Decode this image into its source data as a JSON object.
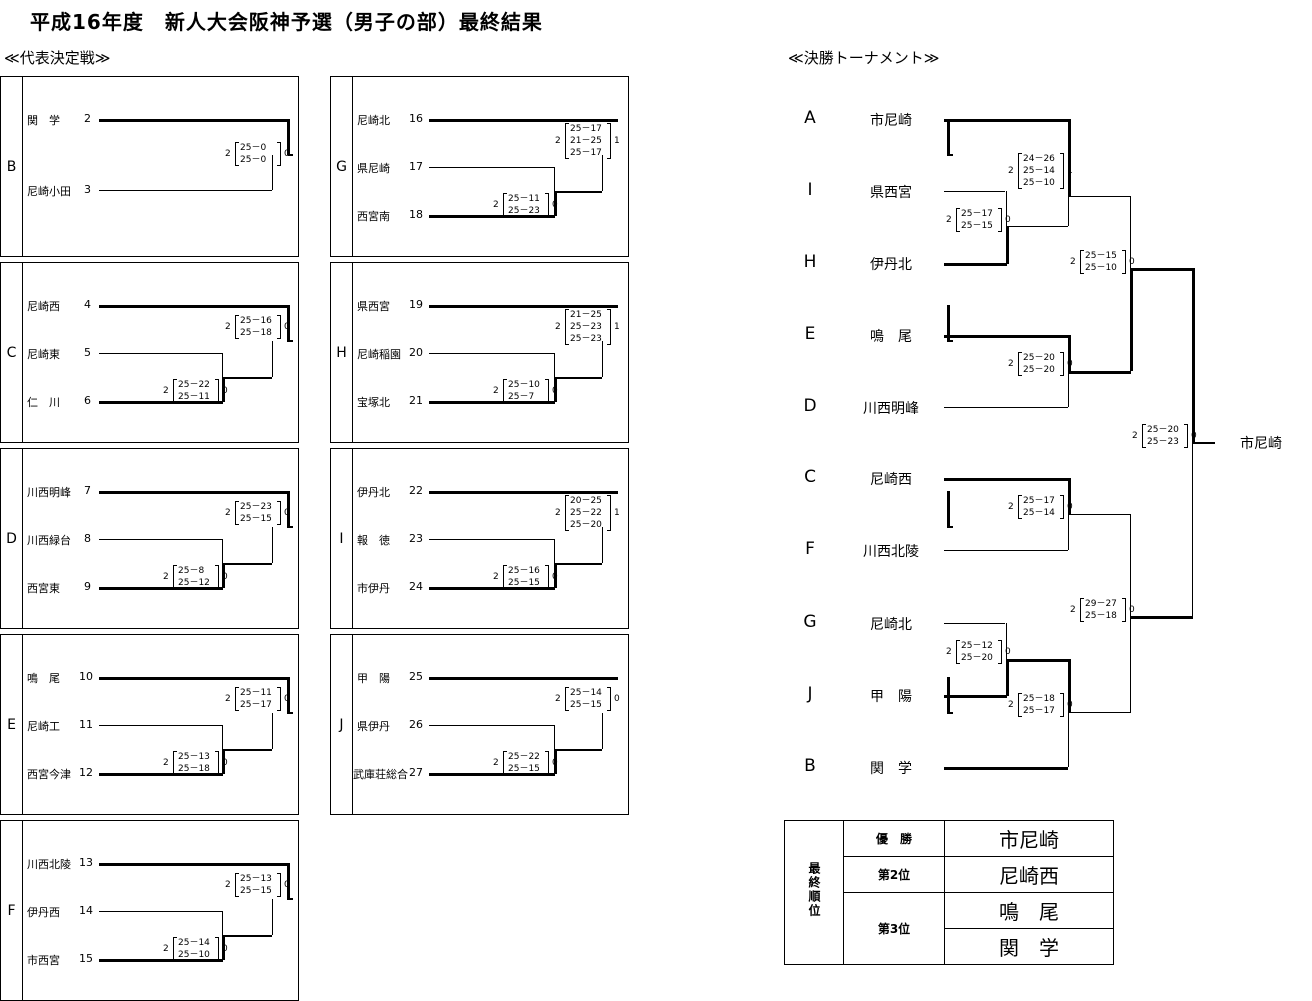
{
  "title": "平成16年度　新人大会阪神予選（男子の部）最終結果",
  "rep_title": "≪代表決定戦≫",
  "final_title": "≪決勝トーナメント≫",
  "groups": [
    {
      "label": "B",
      "teams": [
        {
          "name": "関　学",
          "seed": "2"
        },
        {
          "name": "尼崎小田",
          "seed": "3"
        }
      ],
      "matches": [
        {
          "a": "2",
          "b": "0",
          "sets": [
            "25－0",
            "25－0"
          ]
        }
      ]
    },
    {
      "label": "C",
      "teams": [
        {
          "name": "尼崎西",
          "seed": "4"
        },
        {
          "name": "尼崎東",
          "seed": "5"
        },
        {
          "name": "仁　川",
          "seed": "6"
        }
      ],
      "matches": [
        {
          "a": "2",
          "b": "0",
          "sets": [
            "25－22",
            "25－11"
          ]
        },
        {
          "a": "2",
          "b": "0",
          "sets": [
            "25－16",
            "25－18"
          ]
        }
      ]
    },
    {
      "label": "D",
      "teams": [
        {
          "name": "川西明峰",
          "seed": "7"
        },
        {
          "name": "川西緑台",
          "seed": "8"
        },
        {
          "name": "西宮東",
          "seed": "9"
        }
      ],
      "matches": [
        {
          "a": "2",
          "b": "0",
          "sets": [
            "25－8",
            "25－12"
          ]
        },
        {
          "a": "2",
          "b": "0",
          "sets": [
            "25－23",
            "25－15"
          ]
        }
      ]
    },
    {
      "label": "E",
      "teams": [
        {
          "name": "鳴　尾",
          "seed": "10"
        },
        {
          "name": "尼崎工",
          "seed": "11"
        },
        {
          "name": "西宮今津",
          "seed": "12"
        }
      ],
      "matches": [
        {
          "a": "2",
          "b": "0",
          "sets": [
            "25－13",
            "25－18"
          ]
        },
        {
          "a": "2",
          "b": "0",
          "sets": [
            "25－11",
            "25－17"
          ]
        }
      ]
    },
    {
      "label": "F",
      "teams": [
        {
          "name": "川西北陵",
          "seed": "13"
        },
        {
          "name": "伊丹西",
          "seed": "14"
        },
        {
          "name": "市西宮",
          "seed": "15"
        }
      ],
      "matches": [
        {
          "a": "2",
          "b": "0",
          "sets": [
            "25－14",
            "25－10"
          ]
        },
        {
          "a": "2",
          "b": "0",
          "sets": [
            "25－13",
            "25－15"
          ]
        }
      ]
    },
    {
      "label": "G",
      "teams": [
        {
          "name": "尼崎北",
          "seed": "16"
        },
        {
          "name": "県尼崎",
          "seed": "17"
        },
        {
          "name": "西宮南",
          "seed": "18"
        }
      ],
      "matches": [
        {
          "a": "2",
          "b": "0",
          "sets": [
            "25－11",
            "25－23"
          ]
        },
        {
          "a": "2",
          "b": "1",
          "sets": [
            "25－17",
            "21－25",
            "25－17"
          ]
        }
      ]
    },
    {
      "label": "H",
      "teams": [
        {
          "name": "県西宮",
          "seed": "19"
        },
        {
          "name": "尼崎稲園",
          "seed": "20"
        },
        {
          "name": "宝塚北",
          "seed": "21"
        }
      ],
      "matches": [
        {
          "a": "2",
          "b": "0",
          "sets": [
            "25－10",
            "25－7"
          ]
        },
        {
          "a": "2",
          "b": "1",
          "sets": [
            "21－25",
            "25－23",
            "25－23"
          ]
        }
      ]
    },
    {
      "label": "I",
      "teams": [
        {
          "name": "伊丹北",
          "seed": "22"
        },
        {
          "name": "報　徳",
          "seed": "23"
        },
        {
          "name": "市伊丹",
          "seed": "24"
        }
      ],
      "matches": [
        {
          "a": "2",
          "b": "0",
          "sets": [
            "25－16",
            "25－15"
          ]
        },
        {
          "a": "2",
          "b": "1",
          "sets": [
            "20－25",
            "25－22",
            "25－20"
          ]
        }
      ]
    },
    {
      "label": "J",
      "teams": [
        {
          "name": "甲　陽",
          "seed": "25"
        },
        {
          "name": "県伊丹",
          "seed": "26"
        },
        {
          "name": "武庫荘総合",
          "seed": "27"
        }
      ],
      "matches": [
        {
          "a": "2",
          "b": "0",
          "sets": [
            "25－22",
            "25－15"
          ]
        },
        {
          "a": "2",
          "b": "0",
          "sets": [
            "25－14",
            "25－15"
          ]
        }
      ]
    }
  ],
  "final": {
    "entries": [
      {
        "letter": "A",
        "name": "市尼崎"
      },
      {
        "letter": "I",
        "name": "県西宮"
      },
      {
        "letter": "H",
        "name": "伊丹北"
      },
      {
        "letter": "E",
        "name": "鳴　尾"
      },
      {
        "letter": "D",
        "name": "川西明峰"
      },
      {
        "letter": "C",
        "name": "尼崎西"
      },
      {
        "letter": "F",
        "name": "川西北陵"
      },
      {
        "letter": "G",
        "name": "尼崎北"
      },
      {
        "letter": "J",
        "name": "甲　陽"
      },
      {
        "letter": "B",
        "name": "関　学"
      }
    ],
    "matches": [
      {
        "a": "2",
        "b": "0",
        "sets": [
          "25－17",
          "25－15"
        ]
      },
      {
        "a": "2",
        "b": "1",
        "sets": [
          "24－26",
          "25－14",
          "25－10"
        ]
      },
      {
        "a": "2",
        "b": "0",
        "sets": [
          "25－20",
          "25－20"
        ]
      },
      {
        "a": "2",
        "b": "0",
        "sets": [
          "25－15",
          "25－10"
        ]
      },
      {
        "a": "2",
        "b": "0",
        "sets": [
          "25－17",
          "25－14"
        ]
      },
      {
        "a": "2",
        "b": "0",
        "sets": [
          "25－12",
          "25－20"
        ]
      },
      {
        "a": "2",
        "b": "0",
        "sets": [
          "25－18",
          "25－17"
        ]
      },
      {
        "a": "2",
        "b": "0",
        "sets": [
          "29－27",
          "25－18"
        ]
      },
      {
        "a": "2",
        "b": "0",
        "sets": [
          "25－20",
          "25－23"
        ]
      }
    ],
    "champion": "市尼崎"
  },
  "ranking": {
    "header": "最終順位",
    "rows": [
      {
        "place": "優　勝",
        "team": "市尼崎"
      },
      {
        "place": "第2位",
        "team": "尼崎西"
      },
      {
        "place": "第3位",
        "team": "鳴　尾"
      },
      {
        "place": "",
        "team": "関　学"
      }
    ]
  }
}
